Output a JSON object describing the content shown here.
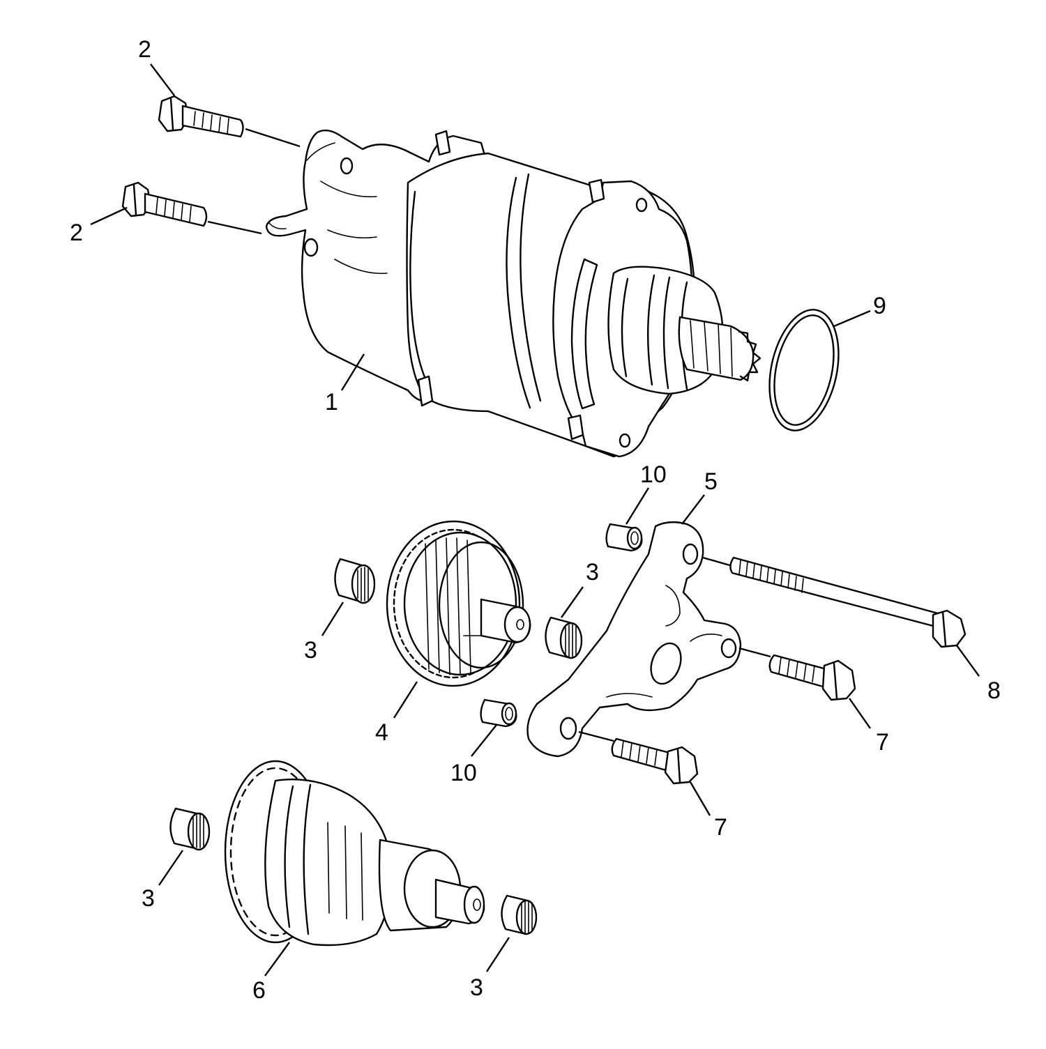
{
  "callouts": {
    "c1": "1",
    "c2a": "2",
    "c2b": "2",
    "c3a": "3",
    "c3b": "3",
    "c3c": "3",
    "c3d": "3",
    "c4": "4",
    "c5": "5",
    "c6": "6",
    "c7a": "7",
    "c7b": "7",
    "c8": "8",
    "c9": "9",
    "c10a": "10",
    "c10b": "10"
  }
}
